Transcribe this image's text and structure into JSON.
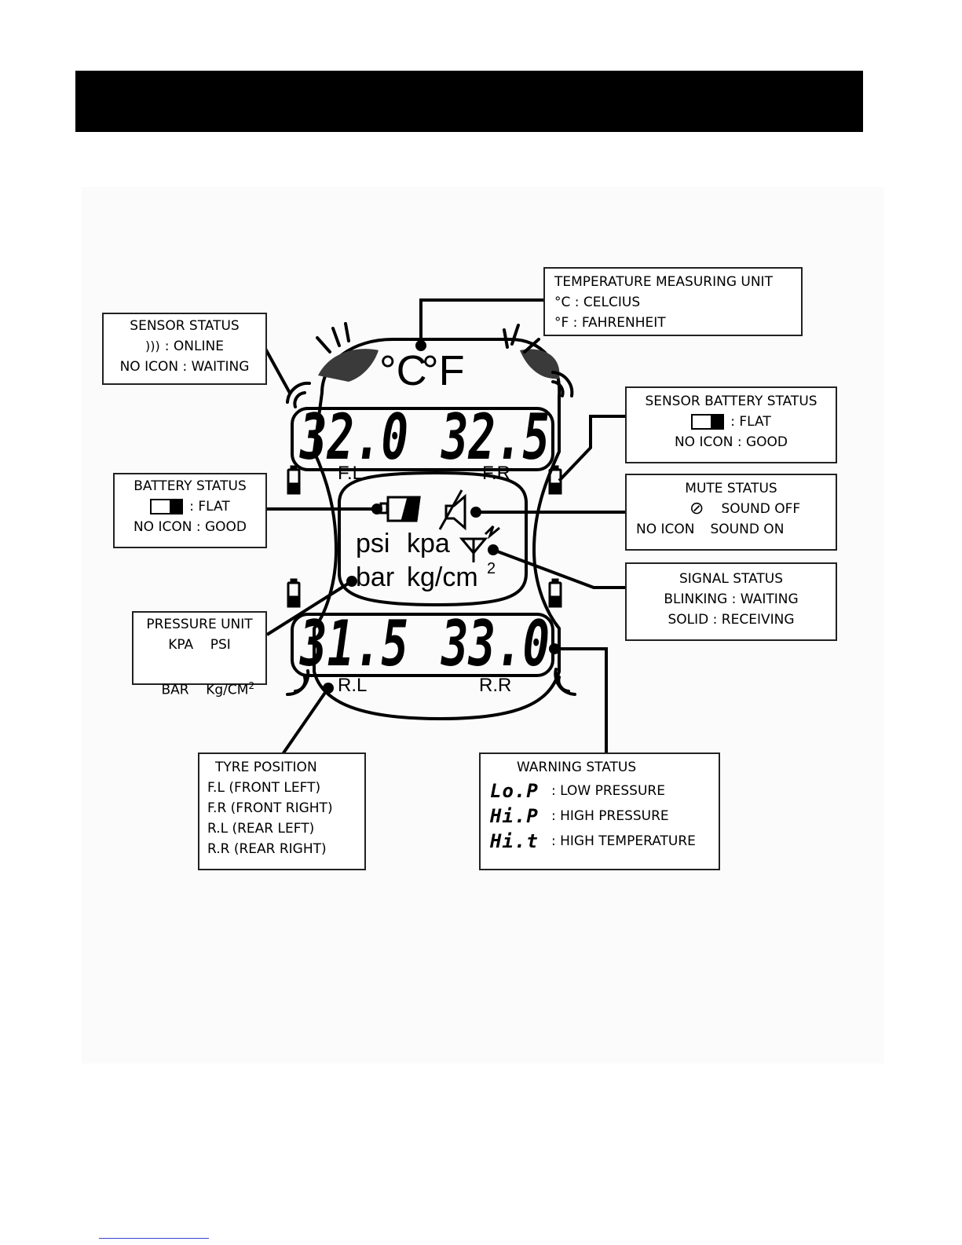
{
  "lcd": {
    "celsius": "°C",
    "fahrenheit": "°F",
    "readings": {
      "front_left": "32.0",
      "front_right": "32.5",
      "rear_left": "31.5",
      "rear_right": "33.0"
    },
    "labels": {
      "fl": "F.L",
      "fr": "F.R",
      "rl": "R.L",
      "rr": "R.R"
    },
    "units": {
      "psi": "psi",
      "kpa": "kpa",
      "bar": "bar",
      "kgcm": "kg/cm",
      "sup": "2"
    }
  },
  "callouts": {
    "temperature_unit": {
      "title": "TEMPERATURE MEASURING UNIT",
      "line1": "°C : CELCIUS",
      "line2": "°F : FAHRENHEIT"
    },
    "sensor_status": {
      "title": "SENSOR STATUS",
      "line1": ": ONLINE",
      "line2": "NO ICON : WAITING"
    },
    "sensor_battery": {
      "title": "SENSOR  BATTERY STATUS",
      "line1": ": FLAT",
      "line2": "NO ICON : GOOD"
    },
    "battery_status": {
      "title": "BATTERY STATUS",
      "line1": ": FLAT",
      "line2": "NO ICON : GOOD"
    },
    "mute_status": {
      "title": "MUTE STATUS",
      "line1": "SOUND  OFF",
      "line2a": "NO ICON",
      "line2b": "SOUND  ON"
    },
    "signal_status": {
      "title": "SIGNAL  STATUS",
      "line1": "BLINKING : WAITING",
      "line2": "SOLID : RECEIVING"
    },
    "pressure_unit": {
      "title": "PRESSURE  UNIT",
      "line1": "KPA    PSI",
      "line2": "BAR    Kg/CM",
      "sup": "2"
    },
    "tyre_position": {
      "title": "TYRE POSITION",
      "items": [
        "F.L (FRONT LEFT)",
        "F.R (FRONT RIGHT)",
        "R.L (REAR LEFT)",
        "R.R (REAR RIGHT)"
      ]
    },
    "warning_status": {
      "title": "WARNING STATUS",
      "items": [
        {
          "code": "Lo.P",
          "text": ": LOW PRESSURE"
        },
        {
          "code": "Hi.P",
          "text": ": HIGH PRESSURE"
        },
        {
          "code": "Hi.t",
          "text": ": HIGH TEMPERATURE"
        }
      ]
    }
  }
}
